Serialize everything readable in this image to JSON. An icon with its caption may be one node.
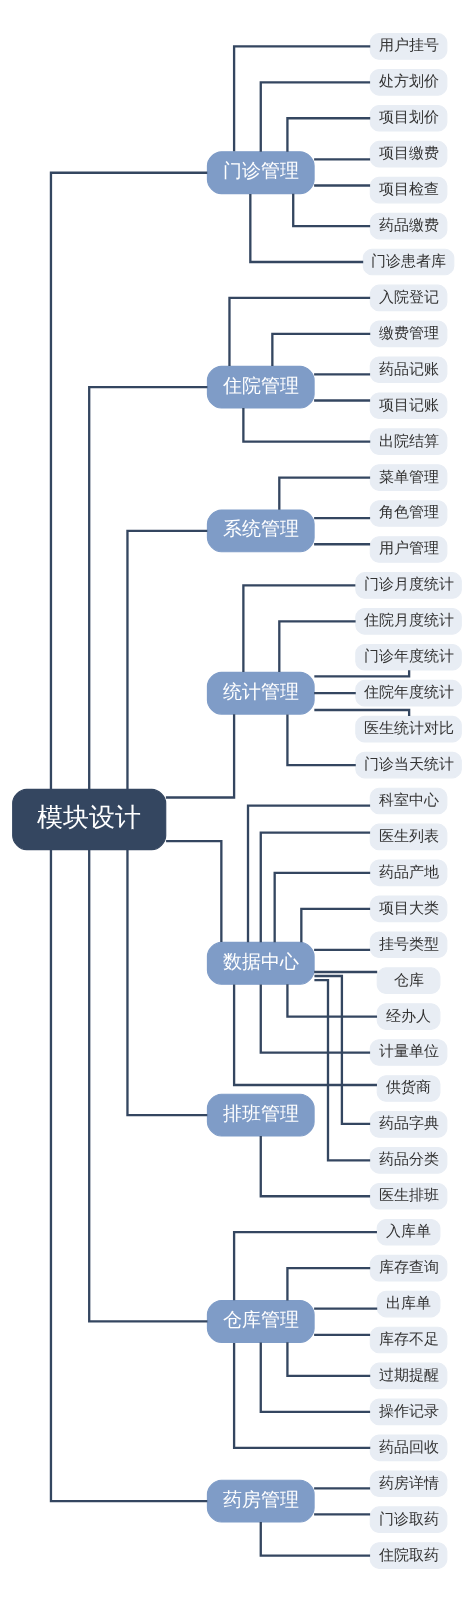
{
  "diagram": {
    "nodes": [
      {
        "text": [
          "模块设计"
        ]
      },
      {
        "text": [
          "门诊管理"
        ]
      },
      {
        "text": [
          "用户挂号"
        ]
      },
      {
        "text": [
          "处方划价"
        ]
      },
      {
        "text": [
          "项目划价"
        ]
      },
      {
        "text": [
          "项目缴费"
        ]
      },
      {
        "text": [
          "项目检查"
        ]
      },
      {
        "text": [
          "药品缴费"
        ]
      },
      {
        "text": [
          "门诊患者库"
        ]
      },
      {
        "text": [
          "住院管理"
        ]
      },
      {
        "text": [
          "入院登记"
        ]
      },
      {
        "text": [
          "缴费管理"
        ]
      },
      {
        "text": [
          "药品记账"
        ]
      },
      {
        "text": [
          "项目记账"
        ]
      },
      {
        "text": [
          "出院结算"
        ]
      },
      {
        "text": [
          "系统管理"
        ]
      },
      {
        "text": [
          "菜单管理"
        ]
      },
      {
        "text": [
          "角色管理"
        ]
      },
      {
        "text": [
          "用户管理"
        ]
      },
      {
        "text": [
          "统计管理"
        ]
      },
      {
        "text": [
          "门诊月度统计"
        ]
      },
      {
        "text": [
          "住院月度统计"
        ]
      },
      {
        "text": [
          "门诊年度统计"
        ]
      },
      {
        "text": [
          "住院年度统计"
        ]
      },
      {
        "text": [
          "医生统计对比"
        ]
      },
      {
        "text": [
          "门诊当天统计"
        ]
      },
      {
        "text": [
          "数据中心"
        ]
      },
      {
        "text": [
          "科室中心"
        ]
      },
      {
        "text": [
          "医生列表"
        ]
      },
      {
        "text": [
          "药品产地"
        ]
      },
      {
        "text": [
          "项目大类"
        ]
      },
      {
        "text": [
          "挂号类型"
        ]
      },
      {
        "text": [
          "仓库"
        ]
      },
      {
        "text": [
          "经办人"
        ]
      },
      {
        "text": [
          "计量单位"
        ]
      },
      {
        "text": [
          "供货商"
        ]
      },
      {
        "text": [
          "药品字典"
        ]
      },
      {
        "text": [
          "药品分类"
        ]
      },
      {
        "text": [
          "排班管理"
        ]
      },
      {
        "text": [
          "医生排班"
        ]
      },
      {
        "text": [
          "仓库管理"
        ]
      },
      {
        "text": [
          "入库单"
        ]
      },
      {
        "text": [
          "库存查询"
        ]
      },
      {
        "text": [
          "出库单"
        ]
      },
      {
        "text": [
          "库存不足"
        ]
      },
      {
        "text": [
          "过期提醒"
        ]
      },
      {
        "text": [
          "操作记录"
        ]
      },
      {
        "text": [
          "药品回收"
        ]
      },
      {
        "text": [
          "药房管理"
        ]
      },
      {
        "text": [
          "药房详情"
        ]
      },
      {
        "text": [
          "门诊取药"
        ]
      },
      {
        "text": [
          "住院取药"
        ]
      }
    ],
    "edges": [
      {
        "from": 0,
        "to": 1,
        "arrow": "none"
      },
      {
        "from": 1,
        "to": 2,
        "arrow": "none"
      },
      {
        "from": 1,
        "to": 3,
        "arrow": "none"
      },
      {
        "from": 1,
        "to": 4,
        "arrow": "none"
      },
      {
        "from": 1,
        "to": 5,
        "arrow": "none"
      },
      {
        "from": 1,
        "to": 6,
        "arrow": "none"
      },
      {
        "from": 1,
        "to": 7,
        "arrow": "none"
      },
      {
        "from": 1,
        "to": 8,
        "arrow": "none"
      },
      {
        "from": 0,
        "to": 9,
        "arrow": "none"
      },
      {
        "from": 9,
        "to": 10,
        "arrow": "none"
      },
      {
        "from": 9,
        "to": 11,
        "arrow": "none"
      },
      {
        "from": 9,
        "to": 12,
        "arrow": "none"
      },
      {
        "from": 9,
        "to": 13,
        "arrow": "none"
      },
      {
        "from": 9,
        "to": 14,
        "arrow": "none"
      },
      {
        "from": 0,
        "to": 15,
        "arrow": "none"
      },
      {
        "from": 15,
        "to": 16,
        "arrow": "none"
      },
      {
        "from": 15,
        "to": 17,
        "arrow": "none"
      },
      {
        "from": 15,
        "to": 18,
        "arrow": "none"
      },
      {
        "from": 0,
        "to": 19,
        "arrow": "none"
      },
      {
        "from": 19,
        "to": 20,
        "arrow": "none"
      },
      {
        "from": 19,
        "to": 21,
        "arrow": "none"
      },
      {
        "from": 19,
        "to": 22,
        "arrow": "none"
      },
      {
        "from": 19,
        "to": 23,
        "arrow": "none"
      },
      {
        "from": 19,
        "to": 24,
        "arrow": "none"
      },
      {
        "from": 19,
        "to": 25,
        "arrow": "none"
      },
      {
        "from": 0,
        "to": 26,
        "arrow": "none"
      },
      {
        "from": 26,
        "to": 27,
        "arrow": "none"
      },
      {
        "from": 26,
        "to": 28,
        "arrow": "none"
      },
      {
        "from": 26,
        "to": 29,
        "arrow": "none"
      },
      {
        "from": 26,
        "to": 30,
        "arrow": "none"
      },
      {
        "from": 26,
        "to": 31,
        "arrow": "none"
      },
      {
        "from": 26,
        "to": 32,
        "arrow": "none"
      },
      {
        "from": 26,
        "to": 33,
        "arrow": "none"
      },
      {
        "from": 26,
        "to": 34,
        "arrow": "none"
      },
      {
        "from": 26,
        "to": 35,
        "arrow": "none"
      },
      {
        "from": 26,
        "to": 36,
        "arrow": "none"
      },
      {
        "from": 26,
        "to": 37,
        "arrow": "none"
      },
      {
        "from": 0,
        "to": 38,
        "arrow": "none"
      },
      {
        "from": 38,
        "to": 39,
        "arrow": "none"
      },
      {
        "from": 0,
        "to": 40,
        "arrow": "none"
      },
      {
        "from": 40,
        "to": 41,
        "arrow": "none"
      },
      {
        "from": 40,
        "to": 42,
        "arrow": "none"
      },
      {
        "from": 40,
        "to": 43,
        "arrow": "none"
      },
      {
        "from": 40,
        "to": 44,
        "arrow": "none"
      },
      {
        "from": 40,
        "to": 45,
        "arrow": "none"
      },
      {
        "from": 40,
        "to": 46,
        "arrow": "none"
      },
      {
        "from": 40,
        "to": 47,
        "arrow": "none"
      },
      {
        "from": 0,
        "to": 48,
        "arrow": "none"
      },
      {
        "from": 48,
        "to": 49,
        "arrow": "none"
      },
      {
        "from": 48,
        "to": 50,
        "arrow": "none"
      },
      {
        "from": 48,
        "to": 51,
        "arrow": "none"
      }
    ]
  }
}
